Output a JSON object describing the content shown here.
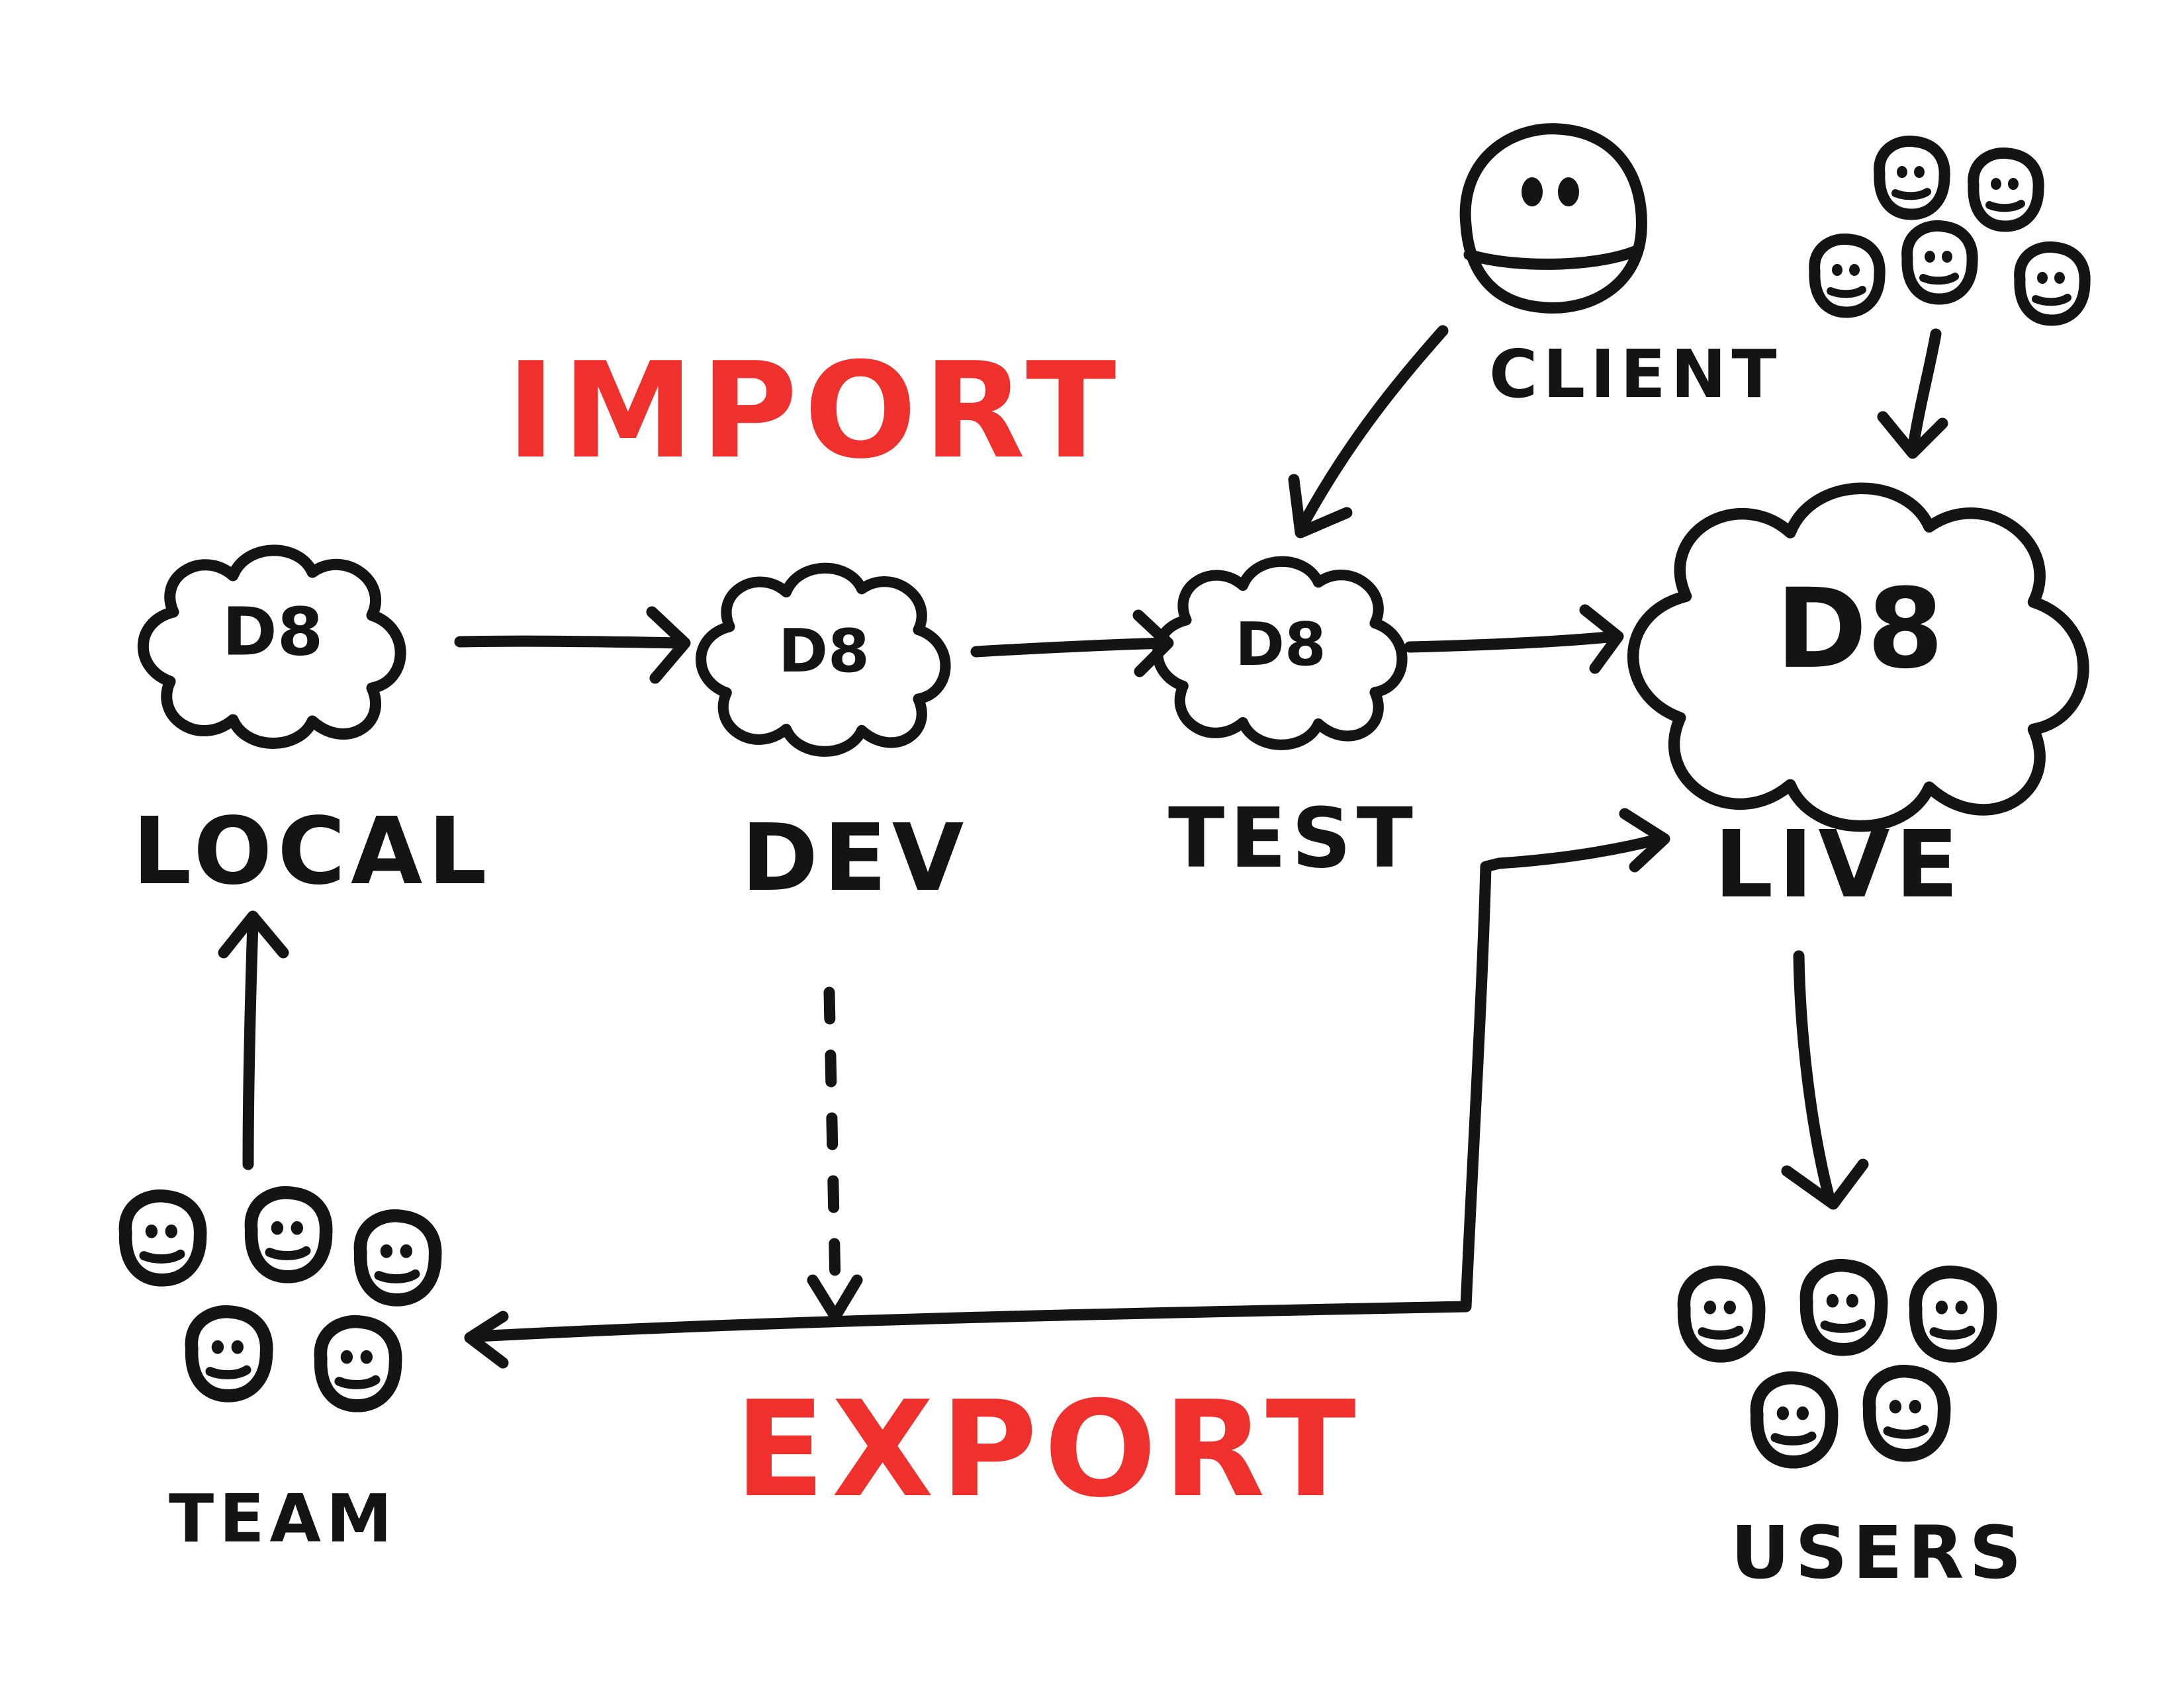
{
  "colors": {
    "ink": "#141414",
    "accent_red": "#f0302c",
    "background": "#ffffff"
  },
  "headings": {
    "import": "IMPORT",
    "export": "EXPORT"
  },
  "sites": [
    {
      "id": "local",
      "cloud_text": "D8",
      "label": "LOCAL"
    },
    {
      "id": "dev",
      "cloud_text": "D8",
      "label": "DEV"
    },
    {
      "id": "test",
      "cloud_text": "D8",
      "label": "TEST"
    },
    {
      "id": "live",
      "cloud_text": "D8",
      "label": "LIVE"
    }
  ],
  "groups": {
    "client": {
      "label": "CLIENT",
      "icon": "person-face-icon"
    },
    "team": {
      "label": "TEAM",
      "icon": "people-group-icon"
    },
    "users": {
      "label": "USERS",
      "icon": "people-group-icon"
    },
    "visitors": {
      "icon": "people-group-icon"
    }
  },
  "flows": [
    {
      "from": "local",
      "to": "dev",
      "style": "solid"
    },
    {
      "from": "dev",
      "to": "test",
      "style": "solid"
    },
    {
      "from": "test",
      "to": "live",
      "style": "solid"
    },
    {
      "from": "client",
      "to": "test",
      "style": "solid"
    },
    {
      "from": "visitors",
      "to": "live",
      "style": "solid"
    },
    {
      "from": "live",
      "to": "users",
      "style": "solid"
    },
    {
      "from": "live",
      "to": "team",
      "style": "solid"
    },
    {
      "from": "dev",
      "to": "team",
      "style": "dashed"
    },
    {
      "from": "team",
      "to": "local",
      "style": "solid"
    }
  ]
}
